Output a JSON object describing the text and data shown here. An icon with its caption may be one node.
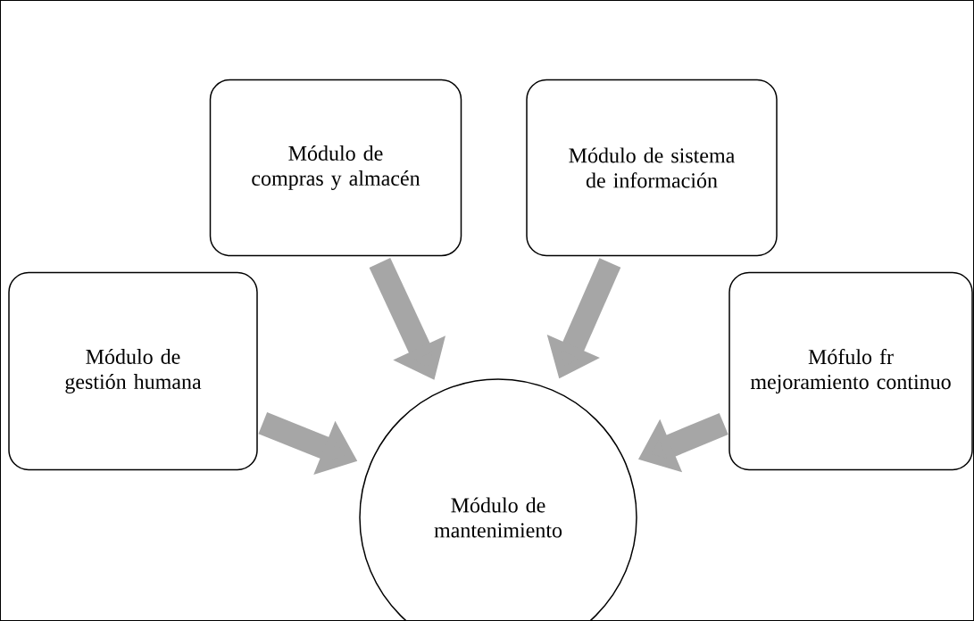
{
  "diagram": {
    "nodes": [
      {
        "text": [
          "Módulo de gestión humana"
        ]
      },
      {
        "text": [
          "Módulo de compras y almacén"
        ]
      },
      {
        "text": [
          "Módulo de sistema de información"
        ]
      },
      {
        "text": [
          "Mófulo fr mejoramiento continuo"
        ]
      },
      {
        "text": [
          "Módulo de mantenimiento"
        ]
      }
    ],
    "edges": [
      {
        "from": 0,
        "to": 4,
        "arrow": "to"
      },
      {
        "from": 1,
        "to": 4,
        "arrow": "to"
      },
      {
        "from": 2,
        "to": 4,
        "arrow": "to"
      },
      {
        "from": 3,
        "to": 4,
        "arrow": "to"
      }
    ]
  }
}
